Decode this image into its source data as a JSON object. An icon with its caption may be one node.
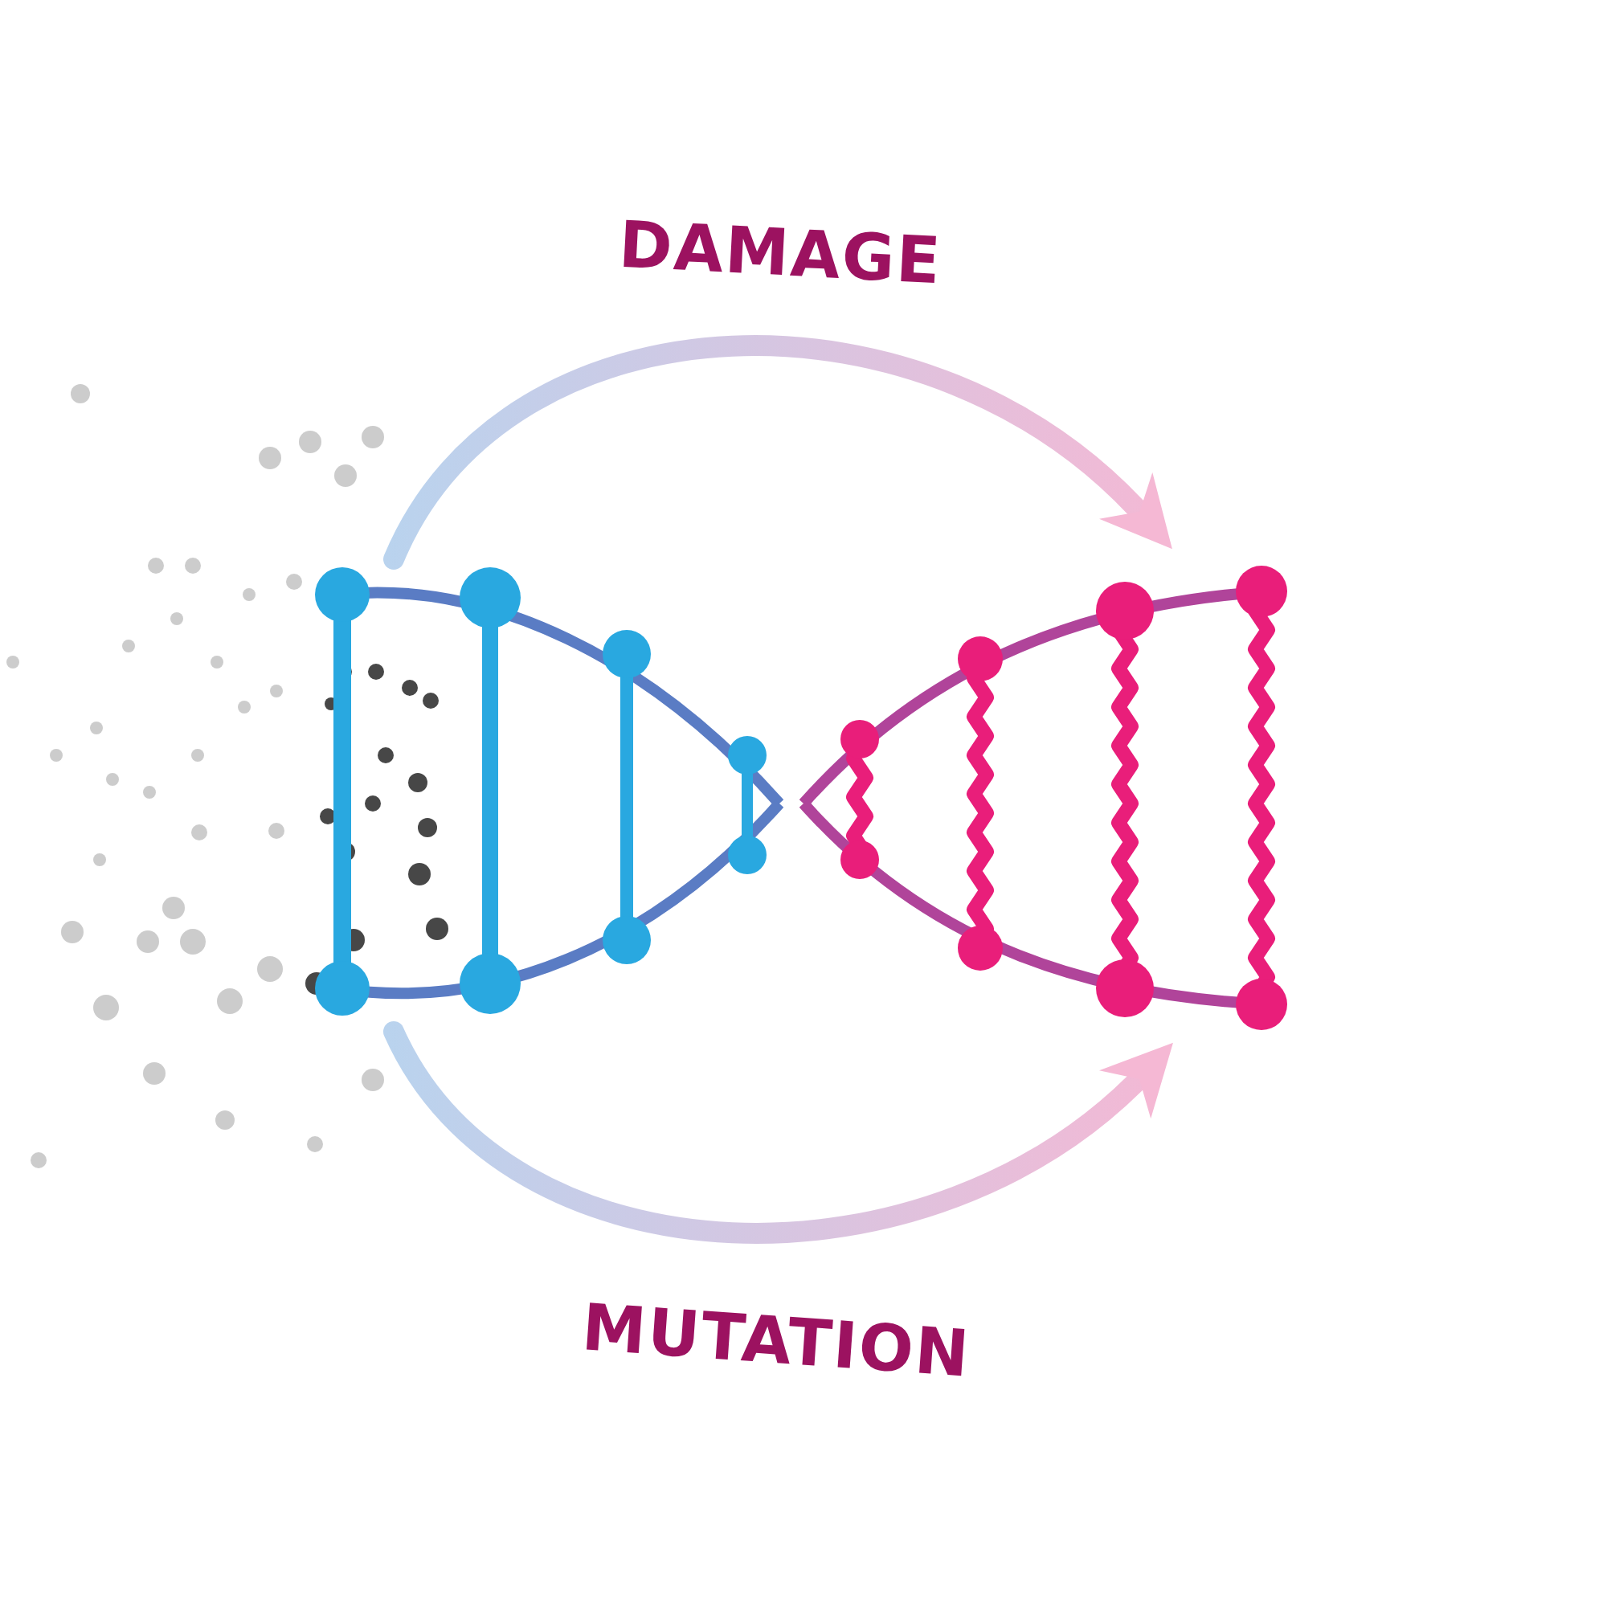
{
  "diagram": {
    "nodes": [
      {
        "text": [],
        "shape": "picture"
      },
      {
        "text": [],
        "shape": "picture"
      }
    ],
    "edges": [
      {
        "from": 0,
        "to": 1,
        "arrow": "to",
        "label": "DAMAGE"
      },
      {
        "from": 0,
        "to": 1,
        "arrow": "to",
        "label": "MUTATION"
      }
    ]
  }
}
